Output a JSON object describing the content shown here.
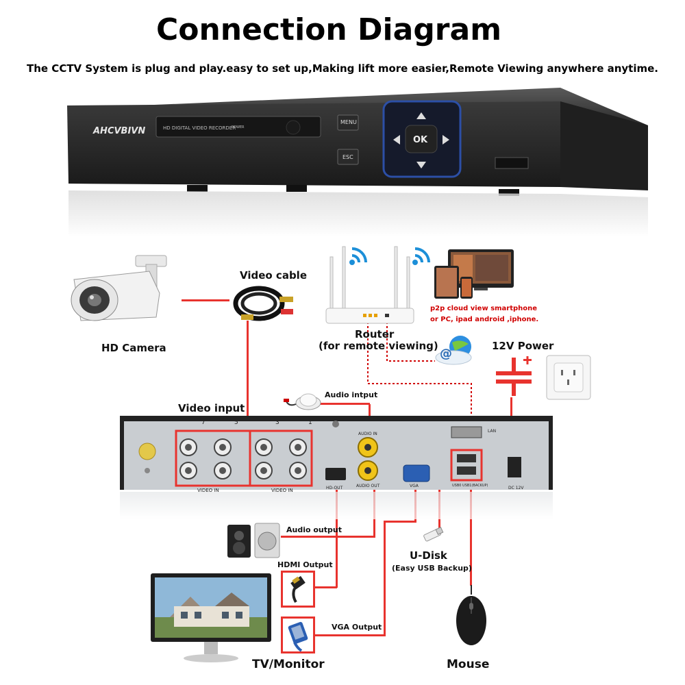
{
  "title": "Connection Diagram",
  "subtitle": "The CCTV System is plug and play.easy to set up,Making lift more easier,Remote Viewing anywhere anytime.",
  "dvr_front": {
    "brand": "AHCVBIVN",
    "panel_text": "HD DIGITAL VIDEO RECORDER",
    "power_label": "POWER",
    "menu_label": "MENU",
    "esc_label": "ESC",
    "ok_label": "OK"
  },
  "devices": {
    "camera_label": "HD Camera",
    "video_cable_label": "Video cable",
    "router_label": "Router",
    "router_sub": "(for remote viewing)",
    "p2p_line1": "p2p cloud  view smartphone",
    "p2p_line2": "or PC, ipad android ,iphone.",
    "power_label": "12V Power",
    "video_input_label": "Video input",
    "audio_input_label": "Audio intput",
    "audio_output_label": "Audio output",
    "hdmi_output_label": "HDMI Output",
    "vga_output_label": "VGA Output",
    "udisk_label": "U-Disk",
    "udisk_sub": "(Easy USB Backup)",
    "tv_label": "TV/Monitor",
    "mouse_label": "Mouse"
  },
  "dvr_back": {
    "video_in_left": "VIDEO IN",
    "video_in_right": "VIDEO IN",
    "audio_in": "AUDIO IN",
    "audio_out": "AUDIO OUT",
    "hd_out": "HD-OUT",
    "vga": "VGA",
    "lan": "LAN",
    "usb": "USB0 USB1(BACKUP)",
    "dc": "DC 12V",
    "port_nums": [
      "7",
      "5",
      "3",
      "1"
    ]
  },
  "colors": {
    "line_red": "#e8332e",
    "dvr_dark": "#2b2b2b",
    "panel_blue": "#1d3f8a",
    "back_panel": "#c9cdd1"
  }
}
